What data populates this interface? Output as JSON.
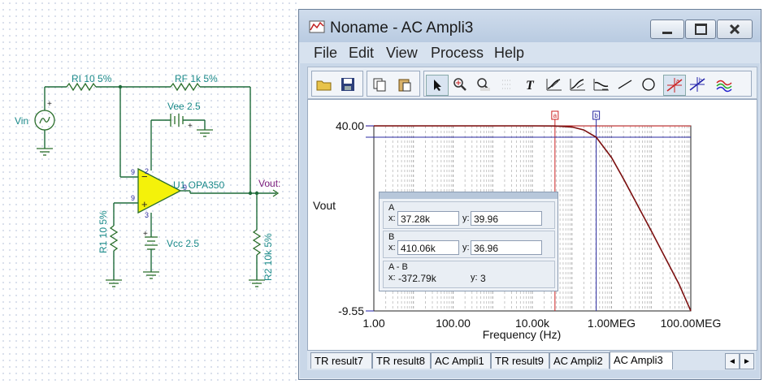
{
  "schematic": {
    "labels": {
      "ri": "RI 10 5%",
      "rf": "RF 1k 5%",
      "vee": "Vee 2.5",
      "vin": "Vin",
      "u1": "U1 OPA350",
      "vout": "Vout:",
      "r1": "R1 10 5%",
      "vcc": "Vcc 2.5",
      "r2": "R2 10k 5%"
    },
    "pins": {
      "p_minus": "9",
      "p_plus": "9",
      "p_out": "9",
      "p_top": "2",
      "p_bot": "3"
    }
  },
  "window": {
    "title": "Noname - AC Ampli3",
    "menu": [
      "File",
      "Edit",
      "View",
      "Process",
      "Help"
    ],
    "toolbar_icons": [
      "open-folder-icon",
      "save-icon",
      "copy-icon",
      "paste-icon",
      "pointer-icon",
      "zoom-in-icon",
      "zoom-100-icon",
      "grid-icon",
      "text-icon",
      "curve-a-icon",
      "curve-b-icon",
      "curve-c-icon",
      "line-icon",
      "circle-icon",
      "cursor-a-icon",
      "cursor-b-icon",
      "waves-icon"
    ]
  },
  "chart_data": {
    "type": "line",
    "xscale": "log",
    "xlim": [
      1,
      100000000
    ],
    "ylim": [
      -9.55,
      40.0
    ],
    "xlabel": "Frequency (Hz)",
    "ylabel": "Vout",
    "x_ticks": [
      "1.00",
      "100.00",
      "10.00k",
      "1.00MEG",
      "100.00MEG"
    ],
    "y_ticks": [
      "40.00",
      "-9.55"
    ],
    "series": [
      {
        "x": [
          1,
          10,
          100,
          1000,
          10000,
          37280,
          100000,
          200000,
          410060,
          1000000,
          2000000,
          5000000,
          10000000,
          20000000,
          50000000,
          100000000
        ],
        "y": [
          40.0,
          40.0,
          40.0,
          40.0,
          40.0,
          39.96,
          39.7,
          38.9,
          36.96,
          31.5,
          25.8,
          17.9,
          11.9,
          5.8,
          -2.3,
          -9.55
        ],
        "color": "#7b1010"
      }
    ],
    "cursors": {
      "a": {
        "label": "a",
        "x": 37280,
        "y": 39.96,
        "color": "#cc2222"
      },
      "b": {
        "label": "b",
        "x": 410060,
        "y": 36.96,
        "color": "#2a2aa0"
      }
    }
  },
  "cursor_panel": {
    "a_label": "A",
    "a_x_label": "x:",
    "a_x": "37.28k",
    "a_y_label": "y:",
    "a_y": "39.96",
    "b_label": "B",
    "b_x_label": "x:",
    "b_x": "410.06k",
    "b_y_label": "y:",
    "b_y": "36.96",
    "diff_label": "A - B",
    "diff_x_label": "x:",
    "diff_x": "-372.79k",
    "diff_y_label": "y:",
    "diff_y": "3"
  },
  "tabs": [
    "TR result7",
    "TR result8",
    "AC Ampli1",
    "TR result9",
    "AC Ampli2",
    "AC Ampli3"
  ],
  "active_tab": 5,
  "scroll": {
    "left": "◄",
    "right": "►"
  }
}
